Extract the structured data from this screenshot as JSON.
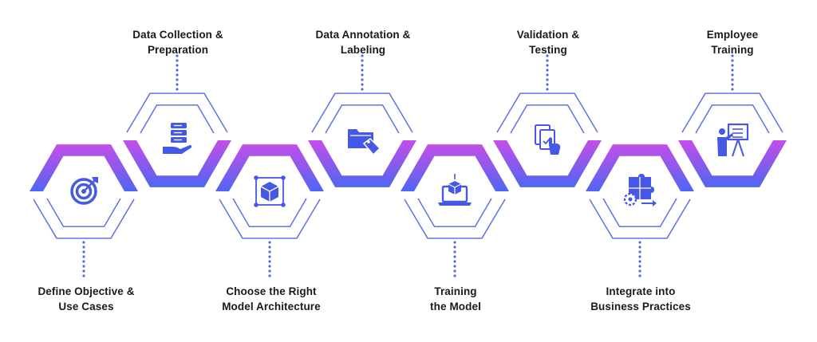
{
  "colors": {
    "gradient_top": "#c44ee8",
    "gradient_bottom": "#4f66f2",
    "outline": "#5468ee",
    "icon": "#4658e6",
    "dots": "#5468ee",
    "text": "#1a1a1a"
  },
  "steps": [
    {
      "line1": "Define Objective &",
      "line2": "Use Cases",
      "icon": "target-icon",
      "position": "bottom"
    },
    {
      "line1": "Data Collection &",
      "line2": "Preparation",
      "icon": "server-hand-icon",
      "position": "top"
    },
    {
      "line1": "Choose the Right",
      "line2": "Model Architecture",
      "icon": "cube-model-icon",
      "position": "bottom"
    },
    {
      "line1": "Data Annotation &",
      "line2": "Labeling",
      "icon": "folder-tag-icon",
      "position": "top"
    },
    {
      "line1": "Training",
      "line2": "the Model",
      "icon": "laptop-box-icon",
      "position": "bottom"
    },
    {
      "line1": "Validation &",
      "line2": "Testing",
      "icon": "document-check-icon",
      "position": "top"
    },
    {
      "line1": "Integrate into",
      "line2": "Business Practices",
      "icon": "puzzle-gear-icon",
      "position": "bottom"
    },
    {
      "line1": "Employee",
      "line2": "Training",
      "icon": "presenter-board-icon",
      "position": "top"
    }
  ]
}
